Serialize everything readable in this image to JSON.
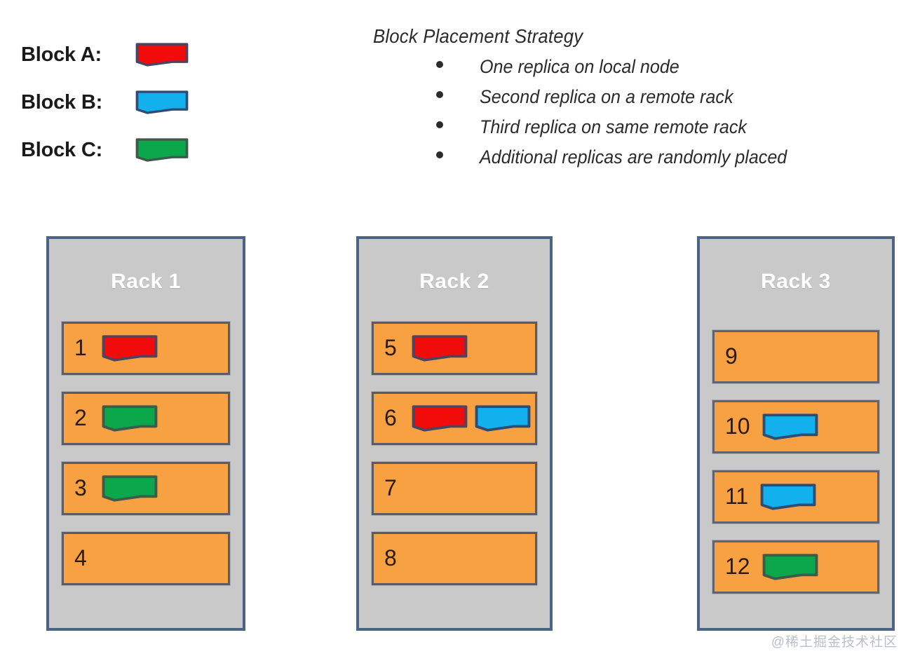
{
  "legend": {
    "items": [
      {
        "label": "Block A:",
        "color": "#f10b0b",
        "stroke": "#4a4560",
        "icon": "block-swatch"
      },
      {
        "label": "Block B:",
        "color": "#13b0ee",
        "stroke": "#2f4d74",
        "icon": "block-swatch"
      },
      {
        "label": "Block C:",
        "color": "#0aa84a",
        "stroke": "#3e5a4a",
        "icon": "block-swatch"
      }
    ]
  },
  "strategy": {
    "title": "Block Placement Strategy",
    "bullets": [
      "One replica on local node",
      "Second replica on a remote rack",
      "Third replica on same remote rack",
      " Additional replicas are randomly placed"
    ]
  },
  "colors": {
    "rack_fill": "#c9c9c9",
    "rack_border": "#4a6484",
    "node_fill": "#f7a143",
    "node_border": "#5c5c66",
    "node_number": "#2c1a0d",
    "block_a": "#f10b0b",
    "block_b": "#13b0ee",
    "block_c": "#0aa84a",
    "rack_title": "#ffffff",
    "watermark": "#b8bfc9"
  },
  "racks": [
    {
      "title": "Rack 1",
      "nodes": [
        {
          "number": "1",
          "blocks": [
            "block_a"
          ]
        },
        {
          "number": "2",
          "blocks": [
            "block_c"
          ]
        },
        {
          "number": "3",
          "blocks": [
            "block_c"
          ]
        },
        {
          "number": "4",
          "blocks": []
        }
      ]
    },
    {
      "title": "Rack 2",
      "nodes": [
        {
          "number": "5",
          "blocks": [
            "block_a"
          ]
        },
        {
          "number": "6",
          "blocks": [
            "block_a",
            "block_b"
          ]
        },
        {
          "number": "7",
          "blocks": []
        },
        {
          "number": "8",
          "blocks": []
        }
      ]
    },
    {
      "title": "Rack 3",
      "nodes": [
        {
          "number": "9",
          "blocks": []
        },
        {
          "number": "10",
          "blocks": [
            "block_b"
          ]
        },
        {
          "number": "11",
          "blocks": [
            "block_b"
          ]
        },
        {
          "number": "12",
          "blocks": [
            "block_c"
          ]
        }
      ]
    }
  ],
  "watermark": "@稀土掘金技术社区"
}
